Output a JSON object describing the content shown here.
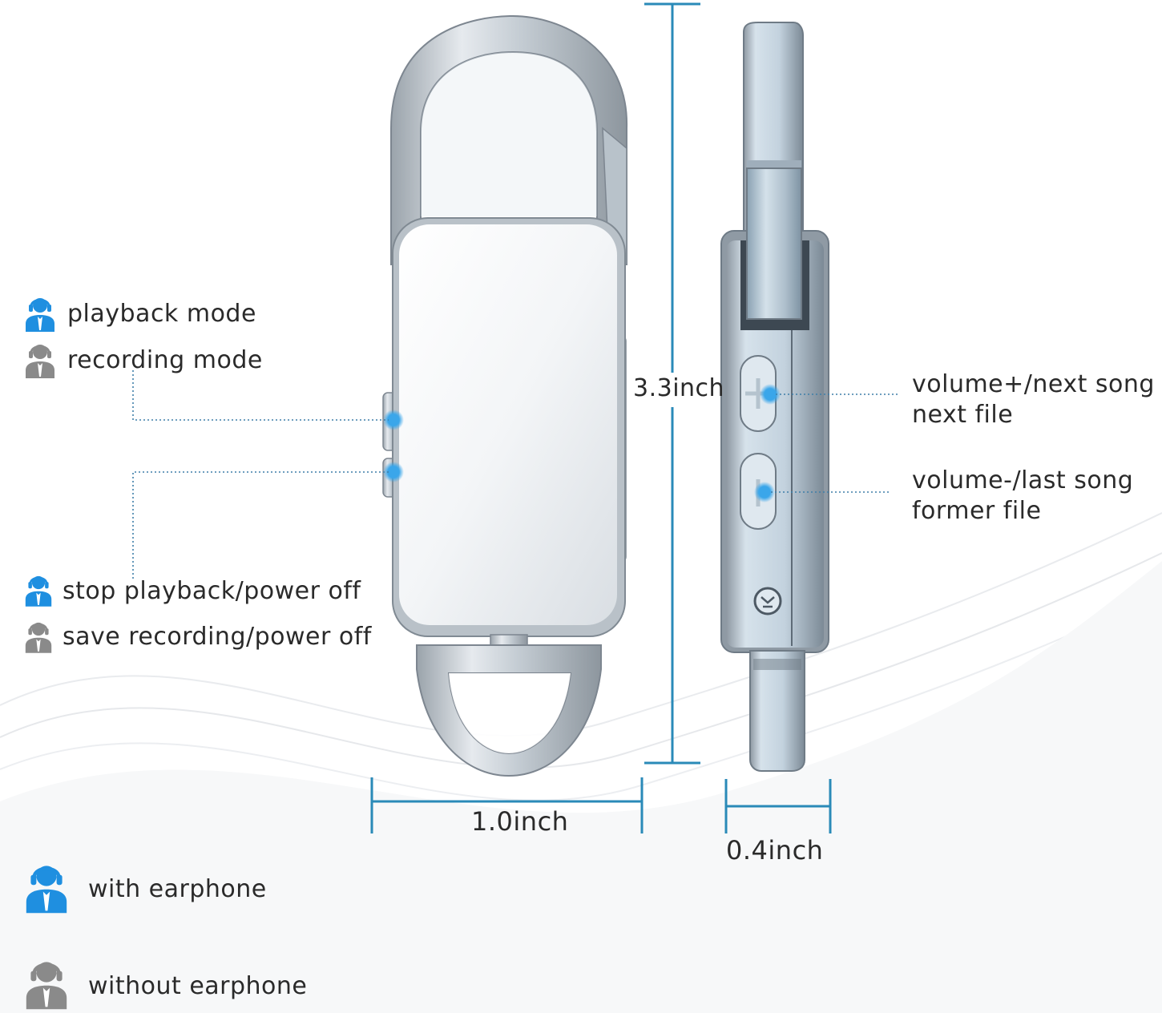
{
  "colors": {
    "user_blue": "#1f8fe0",
    "user_gray": "#8a8a8a",
    "dimension_line": "#2a8ab8",
    "callout_dot": "#3aa6ea",
    "callout_line": "#3e7ea8"
  },
  "icons": {
    "user_with_earphone": "headset-user-icon",
    "user_without_earphone": "headset-user-icon"
  },
  "legend_top": {
    "playback": "playback mode",
    "recording": "recording mode"
  },
  "legend_side": {
    "stop_playback": "stop playback/power off",
    "save_recording": "save recording/power off"
  },
  "side_buttons": {
    "volume_up_line1": "volume+/next song",
    "volume_up_line2": "next file",
    "volume_down_line1": "volume-/last song",
    "volume_down_line2": "former file"
  },
  "dimensions": {
    "height": "3.3inch",
    "width": "1.0inch",
    "depth": "0.4inch"
  },
  "legend_bottom": {
    "with": "with earphone",
    "without": "without earphone"
  }
}
